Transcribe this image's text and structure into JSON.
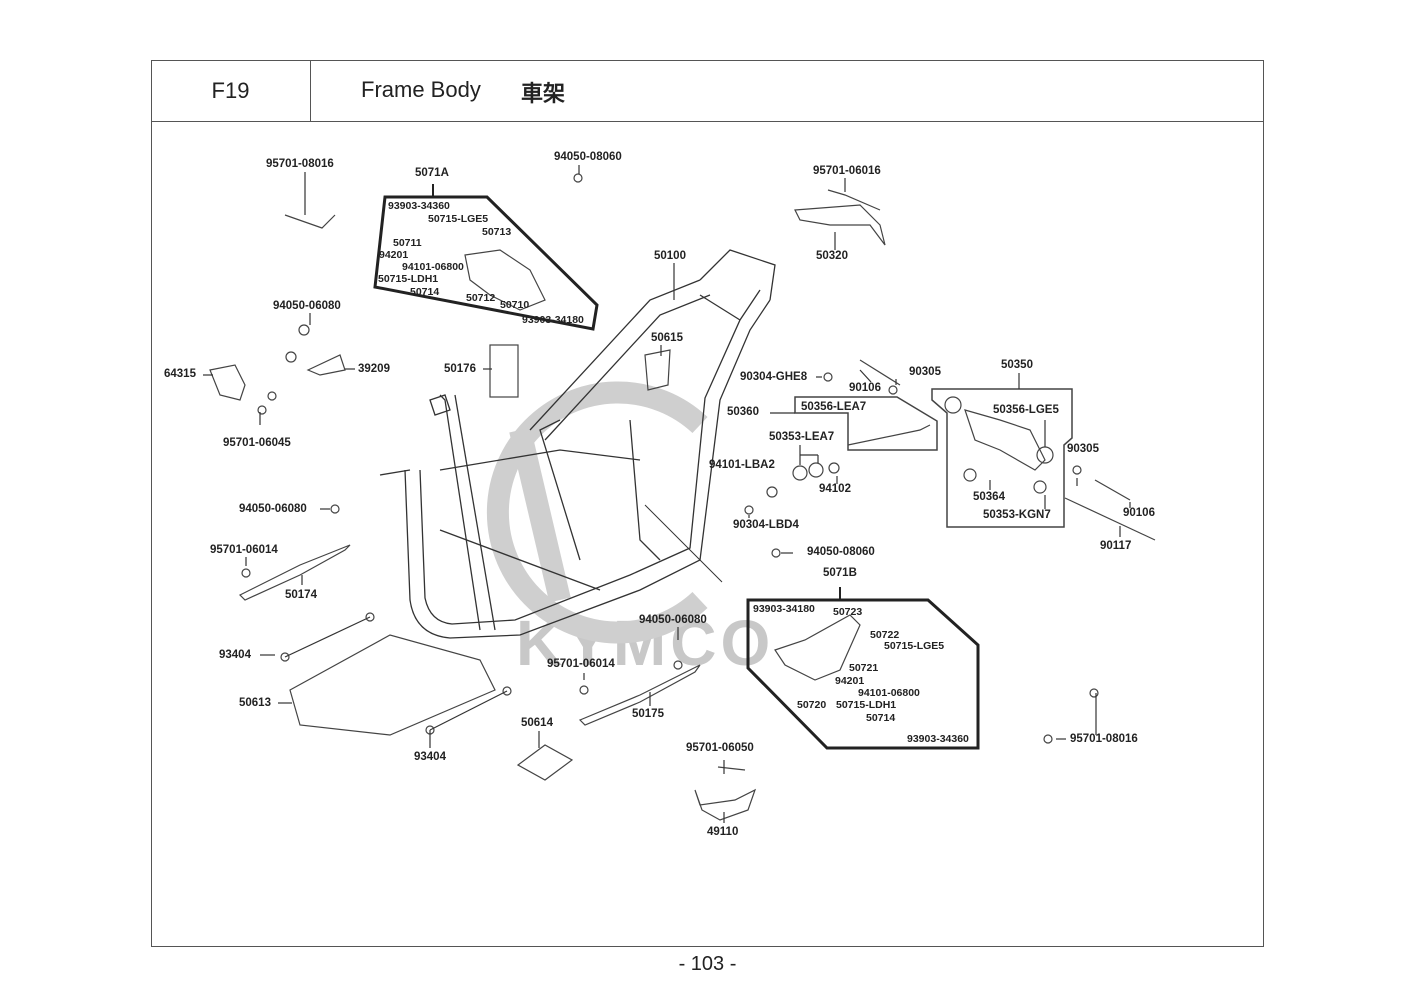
{
  "header": {
    "section_code": "F19",
    "title": "Frame Body",
    "title_cjk": "車架"
  },
  "page_number": "- 103 -",
  "watermark": "KYMCO",
  "parts": {
    "p95701_08016_a": "95701-08016",
    "p5071A": "5071A",
    "p94050_08060_a": "94050-08060",
    "p95701_06016": "95701-06016",
    "p50320": "50320",
    "p50100": "50100",
    "p94050_06080_a": "94050-06080",
    "p64315": "64315",
    "p39209": "39209",
    "p95701_06045": "95701-06045",
    "p50176": "50176",
    "p50615": "50615",
    "p90304_GHE8": "90304-GHE8",
    "p90106_a": "90106",
    "p90305_a": "90305",
    "p50350": "50350",
    "p50360": "50360",
    "p50356_LEA7": "50356-LEA7",
    "p50356_LGE5": "50356-LGE5",
    "p50353_LEA7": "50353-LEA7",
    "p94101_LBA2": "94101-LBA2",
    "p94102": "94102",
    "p90305_b": "90305",
    "p50364": "50364",
    "p50353_KGN7": "50353-KGN7",
    "p90106_b": "90106",
    "p90117": "90117",
    "p90304_LBD4": "90304-LBD4",
    "p94050_08060_b": "94050-08060",
    "p94050_06080_b": "94050-06080",
    "p95701_06014_a": "95701-06014",
    "p50174": "50174",
    "p93404_a": "93404",
    "p50613": "50613",
    "p93404_b": "93404",
    "p94050_06080_c": "94050-06080",
    "p95701_06014_b": "95701-06014",
    "p50175": "50175",
    "p50614": "50614",
    "p95701_06050": "95701-06050",
    "p49110": "49110",
    "p5071B": "5071B",
    "p95701_08016_b": "95701-08016"
  },
  "group_5071A": {
    "items": [
      "93903-34360",
      "50715-LGE5",
      "50711",
      "50713",
      "94201",
      "94101-06800",
      "50715-LDH1",
      "50714",
      "50712",
      "50710",
      "93903-34180"
    ]
  },
  "group_5071B": {
    "items": [
      "93903-34180",
      "50723",
      "50722",
      "50715-LGE5",
      "50721",
      "94201",
      "94101-06800",
      "50715-LDH1",
      "50714",
      "50720",
      "93903-34360"
    ]
  }
}
